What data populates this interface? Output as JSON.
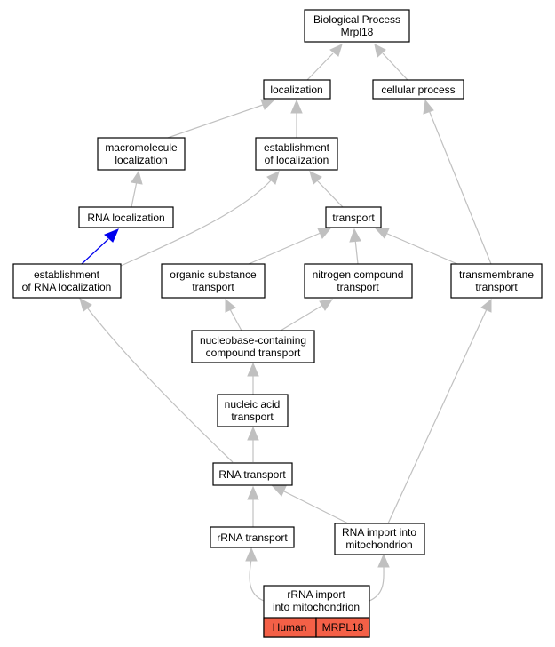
{
  "graph": {
    "root": {
      "line1": "Biological Process",
      "line2": "Mrpl18"
    },
    "nodes": {
      "localization": "localization",
      "cellular_process": "cellular process",
      "macromolecule_localization": [
        "macromolecule",
        "localization"
      ],
      "establishment_of_localization": [
        "establishment",
        "of localization"
      ],
      "rna_localization": "RNA localization",
      "transport": "transport",
      "establishment_of_rna_localization": [
        "establishment",
        "of RNA localization"
      ],
      "organic_substance_transport": [
        "organic substance",
        "transport"
      ],
      "nitrogen_compound_transport": [
        "nitrogen compound",
        "transport"
      ],
      "transmembrane_transport": [
        "transmembrane",
        "transport"
      ],
      "nucleobase_containing_compound_transport": [
        "nucleobase-containing",
        "compound transport"
      ],
      "nucleic_acid_transport": [
        "nucleic acid",
        "transport"
      ],
      "rna_transport": "RNA transport",
      "rrna_transport": "rRNA transport",
      "rna_import_into_mitochondrion": [
        "RNA import into",
        "mitochondrion"
      ]
    },
    "leaf": {
      "line1": "rRNA import",
      "line2": "into mitochondrion",
      "species": "Human",
      "gene": "MRPL18"
    },
    "colors": {
      "edge": "#c0c0c0",
      "highlight_edge": "#0000ee",
      "leaf_fill": "#f46047"
    }
  }
}
